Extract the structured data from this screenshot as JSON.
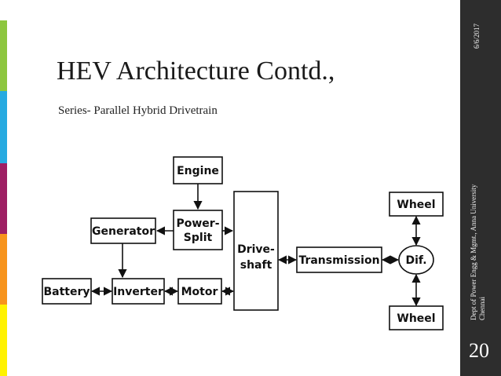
{
  "slide": {
    "title": "HEV Architecture Contd.,",
    "subtitle": "Series- Parallel Hybrid Drivetrain",
    "date": "6/6/2017",
    "footer_line1": "Dept of Power Engg & Mgmt., Anna University",
    "footer_line2": "Chennai",
    "page_number": "20"
  },
  "colors": {
    "accent_bars": [
      "#8dc63f",
      "#27aae1",
      "#9e1f63",
      "#f7941d",
      "#fff200"
    ],
    "sidebar": "#2d2d2d"
  },
  "diagram": {
    "engine": "Engine",
    "power_split_1": "Power-",
    "power_split_2": "Split",
    "generator": "Generator",
    "driveshaft_1": "Drive-",
    "driveshaft_2": "shaft",
    "transmission": "Transmission",
    "differential": "Dif.",
    "wheel_top": "Wheel",
    "wheel_bottom": "Wheel",
    "battery": "Battery",
    "inverter": "Inverter",
    "motor": "Motor"
  }
}
